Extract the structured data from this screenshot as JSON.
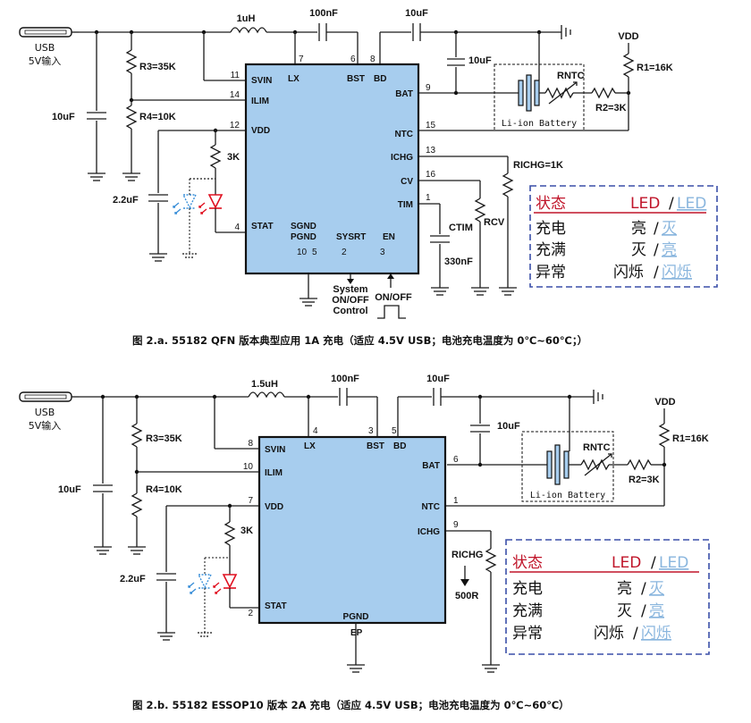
{
  "diagram_a": {
    "usb_label": "USB",
    "usb_input": "5V输入",
    "inductor": "1uH",
    "cap_bst": "100nF",
    "cap_bd": "10uF",
    "cap_bat": "10uF",
    "cap_in": "10uF",
    "r3": "R3=35K",
    "r4": "R4=10K",
    "cap_vdd": "2.2uF",
    "r_led": "3K",
    "vdd": "VDD",
    "r1": "R1=16K",
    "r2": "R2=3K",
    "rntc": "RNTC",
    "battery": "Li-ion Battery",
    "richg": "RICHG=1K",
    "rcv": "RCV",
    "ctim": "CTIM",
    "ctim_val": "330nF",
    "system_ctrl": [
      "System",
      "ON/OFF",
      "Control"
    ],
    "en_ctrl": "ON/OFF",
    "pins_left": [
      {
        "num": "11",
        "name": "SVIN"
      },
      {
        "num": "14",
        "name": "ILIM"
      },
      {
        "num": "12",
        "name": "VDD"
      },
      {
        "num": "4",
        "name": "STAT"
      }
    ],
    "pins_top": [
      {
        "num": "7",
        "name": "LX"
      },
      {
        "num": "6",
        "name": "BST"
      },
      {
        "num": "8",
        "name": "BD"
      }
    ],
    "pins_right": [
      {
        "num": "9",
        "name": "BAT"
      },
      {
        "num": "15",
        "name": "NTC"
      },
      {
        "num": "13",
        "name": "ICHG"
      },
      {
        "num": "16",
        "name": "CV"
      },
      {
        "num": "1",
        "name": "TIM"
      }
    ],
    "pins_bottom": [
      {
        "num": "10",
        "name": "SGND"
      },
      {
        "num": "5",
        "name": "PGND"
      },
      {
        "num": "2",
        "name": "SYSRT"
      },
      {
        "num": "3",
        "name": "EN"
      }
    ],
    "caption": "图 2.a. 55182 QFN 版本典型应用 1A 充电（适应 4.5V USB；电池充电温度为 0℃~60℃；）"
  },
  "diagram_b": {
    "usb_label": "USB",
    "usb_input": "5V输入",
    "inductor": "1.5uH",
    "cap_bst": "100nF",
    "cap_bd": "10uF",
    "cap_bat": "10uF",
    "cap_in": "10uF",
    "r3": "R3=35K",
    "r4": "R4=10K",
    "cap_vdd": "2.2uF",
    "r_led": "3K",
    "vdd": "VDD",
    "r1": "R1=16K",
    "r2": "R2=3K",
    "rntc": "RNTC",
    "battery": "Li-ion Battery",
    "richg": "RICHG",
    "richg_val": "500R",
    "pins_left": [
      {
        "num": "8",
        "name": "SVIN"
      },
      {
        "num": "10",
        "name": "ILIM"
      },
      {
        "num": "7",
        "name": "VDD"
      },
      {
        "num": "2",
        "name": "STAT"
      }
    ],
    "pins_top": [
      {
        "num": "4",
        "name": "LX"
      },
      {
        "num": "3",
        "name": "BST"
      },
      {
        "num": "5",
        "name": "BD"
      }
    ],
    "pins_right": [
      {
        "num": "6",
        "name": "BAT"
      },
      {
        "num": "1",
        "name": "NTC"
      },
      {
        "num": "9",
        "name": "ICHG"
      }
    ],
    "pins_bottom": [
      {
        "name": "PGND"
      },
      {
        "name": "EP"
      }
    ],
    "caption": "图 2.b. 55182 ESSOP10 版本 2A 充电（适应 4.5V USB；电池充电温度为 0℃~60℃）"
  },
  "status_table": {
    "header": {
      "col1": "状态",
      "led_red": "LED",
      "sep": "/",
      "led_blue": "LED"
    },
    "rows": [
      {
        "state": "充电",
        "red": "亮",
        "blue": "灭"
      },
      {
        "state": "充满",
        "red": "灭",
        "blue": "亮"
      },
      {
        "state": "异常",
        "red": "闪烁",
        "blue": "闪烁"
      }
    ]
  },
  "colors": {
    "chip_fill": "#a7cdee",
    "red_led": "#e01020",
    "blue_led": "#3a8fd8",
    "table_border": "#3a4fa8"
  }
}
